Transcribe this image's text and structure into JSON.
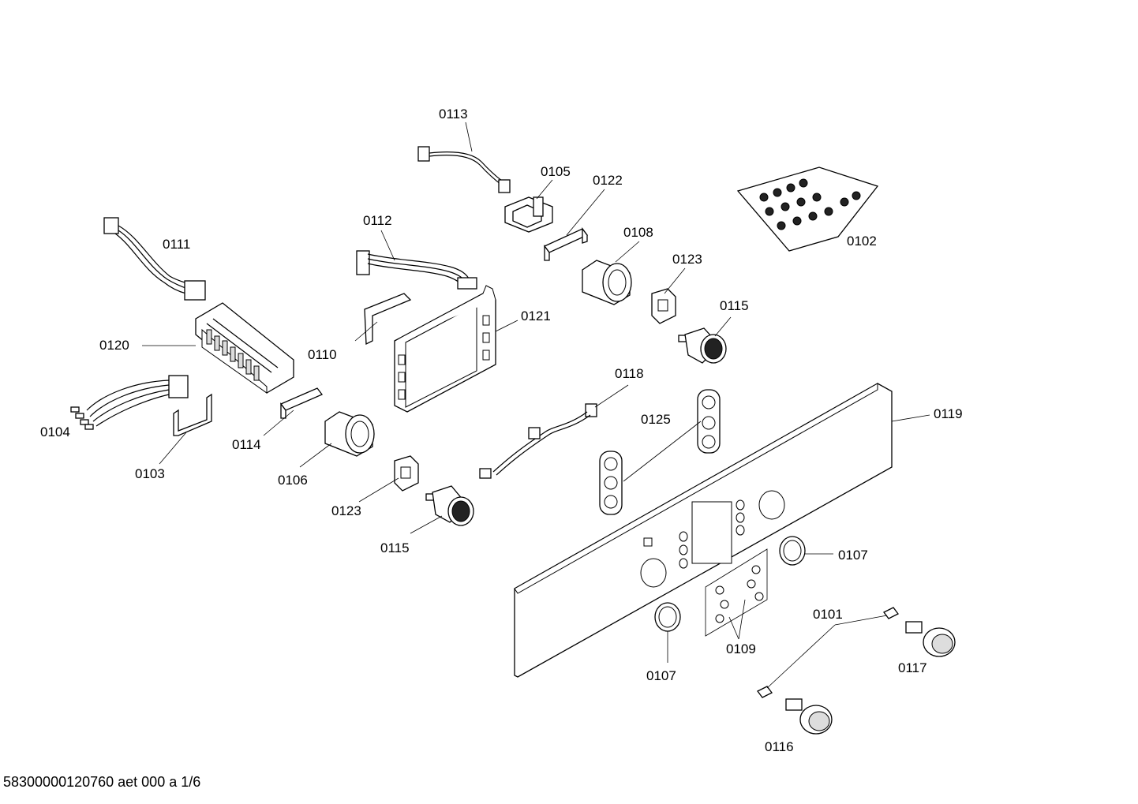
{
  "labels": {
    "p0101": "0101",
    "p0102": "0102",
    "p0103": "0103",
    "p0104": "0104",
    "p0105": "0105",
    "p0106": "0106",
    "p0107a": "0107",
    "p0107b": "0107",
    "p0108": "0108",
    "p0109": "0109",
    "p0110": "0110",
    "p0111": "0111",
    "p0112": "0112",
    "p0113": "0113",
    "p0114": "0114",
    "p0115a": "0115",
    "p0115b": "0115",
    "p0116": "0116",
    "p0117": "0117",
    "p0118": "0118",
    "p0119": "0119",
    "p0120": "0120",
    "p0121": "0121",
    "p0122": "0122",
    "p0123a": "0123",
    "p0123b": "0123",
    "p0125": "0125"
  },
  "footer": "58300000120760 aet 000 a 1/6"
}
